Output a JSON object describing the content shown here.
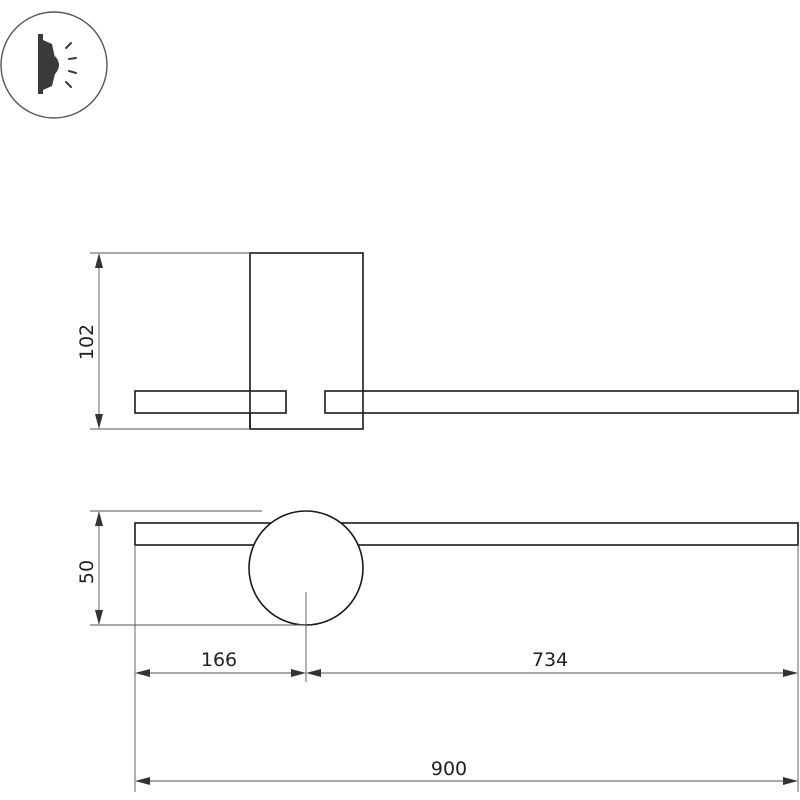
{
  "icon": {
    "name": "wall-light-icon",
    "colors": {
      "circle": "#555555",
      "fixture": "#3a3a3a"
    }
  },
  "side_view": {
    "height_label": "102"
  },
  "top_view": {
    "depth_label": "50",
    "offset_label": "166",
    "right_length_label": "734",
    "total_length_label": "900"
  }
}
